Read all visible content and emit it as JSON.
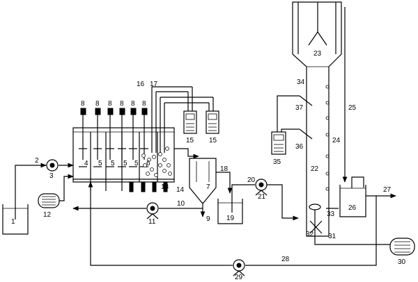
{
  "labels": {
    "l1": "1",
    "l2": "2",
    "l3": "3",
    "l4": "4",
    "l5a": "5",
    "l5b": "5",
    "l5c": "5",
    "l5d": "5",
    "l6": "6",
    "l7": "7",
    "l8a": "8",
    "l8b": "8",
    "l8c": "8",
    "l8d": "8",
    "l8e": "8",
    "l8f": "8",
    "l9": "9",
    "l10": "10",
    "l11": "11",
    "l12": "12",
    "l13": "13",
    "l14": "14",
    "l15a": "15",
    "l15b": "15",
    "l16": "16",
    "l17": "17",
    "l18": "18",
    "l19": "19",
    "l20": "20",
    "l21": "21",
    "l22": "22",
    "l23": "23",
    "l24": "24",
    "l25": "25",
    "l26": "26",
    "l27": "27",
    "l28": "28",
    "l29": "29",
    "l30": "30",
    "l31": "31",
    "l32": "32",
    "l33": "33",
    "l34": "34",
    "l35": "35",
    "l36": "36",
    "l37": "37"
  }
}
